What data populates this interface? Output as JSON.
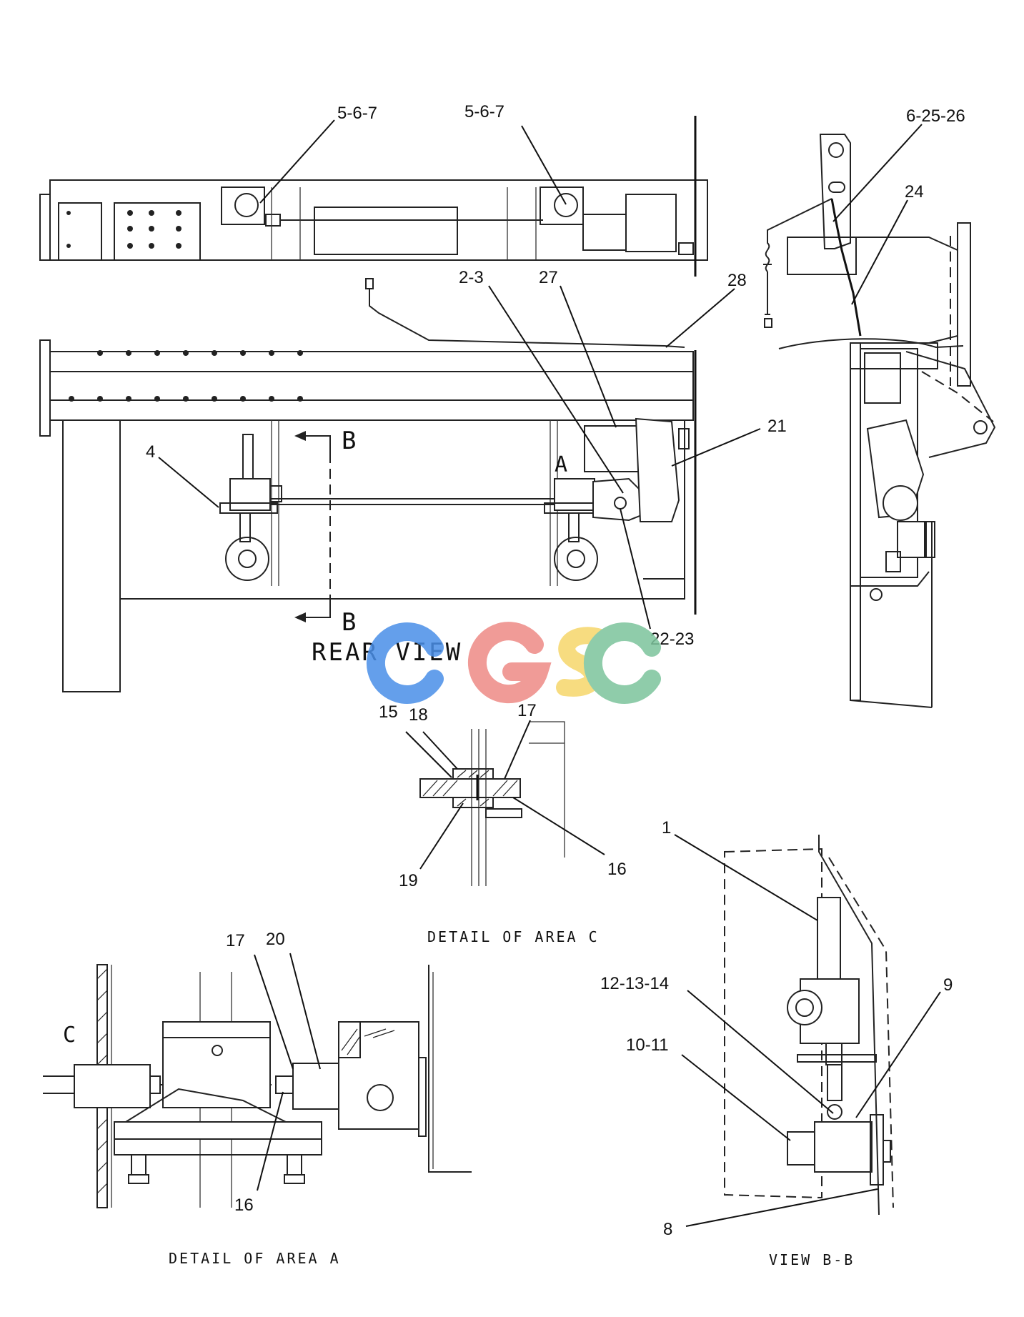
{
  "callouts": {
    "c_5_6_7_a": "5-6-7",
    "c_5_6_7_b": "5-6-7",
    "c_6_25_26": "6-25-26",
    "c_24": "24",
    "c_2_3": "2-3",
    "c_27": "27",
    "c_28": "28",
    "c_21": "21",
    "c_4": "4",
    "c_22_23": "22-23",
    "c_15": "15",
    "c_18": "18",
    "c_17_c": "17",
    "c_19": "19",
    "c_16_c": "16",
    "c_17_a": "17",
    "c_20": "20",
    "c_16_a": "16",
    "c_1": "1",
    "c_12_13_14": "12-13-14",
    "c_9": "9",
    "c_10_11": "10-11",
    "c_8": "8"
  },
  "section_marks": {
    "b_top": "B",
    "b_bottom": "B",
    "a_mark": "A",
    "c_mark": "C"
  },
  "view_titles": {
    "rear_view": "REAR VIEW",
    "detail_c": "DETAIL OF AREA C",
    "detail_a": "DETAIL OF AREA A",
    "view_bb": "VIEW B-B"
  },
  "watermark": {
    "text": "CGSC",
    "colors": [
      "#4a8fe8",
      "#ee8a86",
      "#f6d66a",
      "#7cc49c"
    ]
  }
}
